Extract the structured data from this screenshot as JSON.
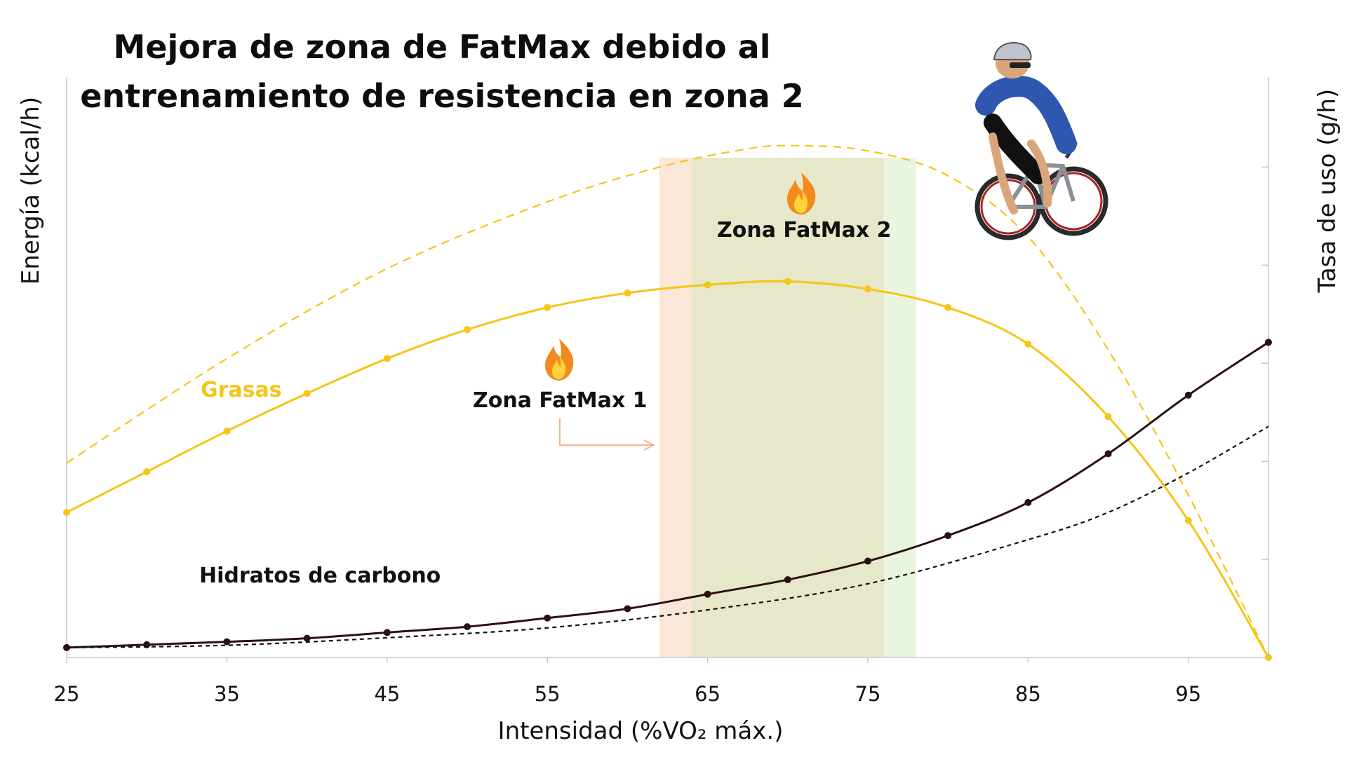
{
  "chart_data": {
    "type": "line",
    "title_lines": [
      "Mejora de zona de FatMax debido al",
      "entrenamiento de resistencia en zona 2"
    ],
    "xlabel": "Intensidad (%VO₂ máx.)",
    "ylabel_left": "Energía (kcal/h)",
    "ylabel_right": "Tasa de uso (g/h)",
    "x_ticks": [
      25,
      35,
      45,
      55,
      65,
      75,
      85,
      95
    ],
    "xlim": [
      25,
      100
    ],
    "ylim": [
      0,
      100
    ],
    "grid": false,
    "series": [
      {
        "name": "Grasas",
        "style": "solid-with-markers",
        "color": "#f5c518",
        "x": [
          25,
          30,
          35,
          40,
          45,
          50,
          55,
          60,
          65,
          70,
          75,
          80,
          85,
          90,
          95,
          100
        ],
        "y": [
          25,
          32,
          39,
          45.5,
          51.5,
          56.5,
          60.3,
          62.8,
          64.2,
          64.8,
          63.5,
          60.3,
          54,
          41.5,
          23.6,
          0
        ]
      },
      {
        "x": [
          25,
          35,
          45,
          55,
          62,
          67,
          70,
          75,
          80,
          85,
          90,
          95,
          100
        ],
        "y": [
          33.5,
          51.5,
          67,
          78.5,
          84.5,
          87.4,
          88.2,
          87.3,
          83,
          72.5,
          53,
          28,
          0
        ],
        "style": "dashed",
        "color": "#f5c518"
      },
      {
        "name": "Hidratos de carbono",
        "style": "solid-with-markers",
        "color": "#2b1010",
        "x": [
          25,
          30,
          35,
          40,
          45,
          50,
          55,
          60,
          65,
          70,
          75,
          80,
          85,
          90,
          95,
          100
        ],
        "y": [
          1.7,
          2.2,
          2.7,
          3.3,
          4.3,
          5.3,
          6.8,
          8.4,
          10.9,
          13.4,
          16.6,
          21,
          26.7,
          35.1,
          45.2,
          54.3
        ]
      },
      {
        "x": [
          25,
          35,
          45,
          55,
          65,
          75,
          85,
          90,
          95,
          100
        ],
        "y": [
          1.7,
          2.1,
          3.4,
          5.1,
          8.2,
          12.7,
          20.3,
          25,
          31.8,
          39.8
        ],
        "style": "dashed",
        "color": "#111111"
      }
    ],
    "zones": [
      {
        "label": "Zona FatMax 1",
        "x_range": [
          62,
          76
        ],
        "color": "#f7c9a6"
      },
      {
        "label": "Zona FatMax 2",
        "x_range": [
          64,
          78
        ],
        "color": "#cfe9b8"
      }
    ]
  }
}
